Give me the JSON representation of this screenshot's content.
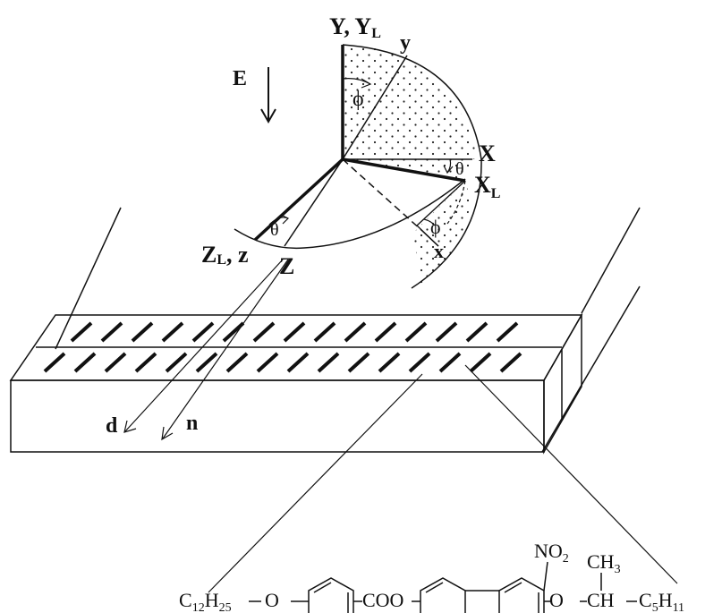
{
  "labels": {
    "e_field": "E",
    "y_axes": "Y, Y",
    "y_axes_sub": "L",
    "y_small": "y",
    "phi_top": "ϕ",
    "x_axis": "X",
    "theta_right": "θ",
    "xl_axis": "X",
    "xl_sub": "L",
    "phi_right": "ϕ",
    "x_small": "x",
    "theta_left": "θ",
    "zl_axes": "Z",
    "zl_sub": "L",
    "zl_comma": ", z",
    "z_axis": "Z",
    "d_vector": "d",
    "n_vector": "n"
  },
  "molecule": {
    "left_chain": "C",
    "left_c_sub1": "12",
    "left_h": "H",
    "left_h_sub": "25",
    "oxygen1": "O",
    "ester": "COO",
    "nitro": "NO",
    "nitro_sub": "2",
    "oxygen2": "O",
    "methyl": "CH",
    "methyl_sub": "3",
    "ch": "CH",
    "right_c": "C",
    "right_c_sub": "5",
    "right_h": "H",
    "right_h_sub": "11"
  },
  "colors": {
    "ink": "#111111",
    "background": "#ffffff"
  }
}
